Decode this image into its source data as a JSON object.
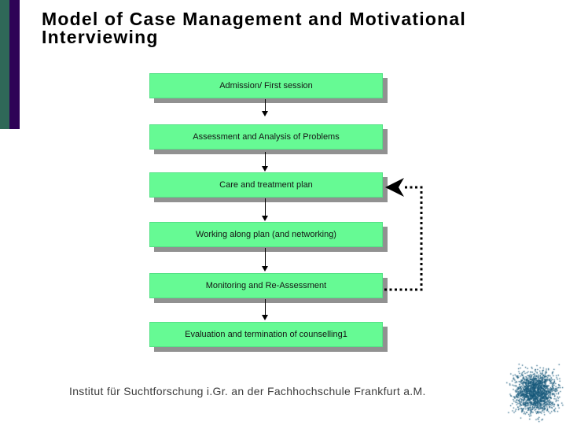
{
  "slide": {
    "title": "Model of Case Management and Motivational Interviewing",
    "footer": "Institut für Suchtforschung i.Gr. an der Fachhochschule Frankfurt a.M."
  },
  "flowchart": {
    "boxes": [
      {
        "label": "Admission/ First session"
      },
      {
        "label": "Assessment and Analysis of  Problems"
      },
      {
        "label": "Care and treatment plan"
      },
      {
        "label": "Working along plan (and networking)"
      },
      {
        "label": "Monitoring and Re-Assessment"
      },
      {
        "label": "Evaluation and termination of counselling1"
      }
    ],
    "connectors": {
      "sequential_down_arrows": 5,
      "feedback_loop": {
        "from": "Monitoring and Re-Assessment",
        "to": "Care and treatment plan",
        "style": "dotted"
      }
    },
    "colors": {
      "box_fill": "#66FA94",
      "box_shadow": "#919191",
      "arrow": "#000000"
    }
  },
  "decor": {
    "left_bars": {
      "green": "#2F6858",
      "purple": "#2E0356"
    },
    "logo": {
      "name": "dot-cloud-logo",
      "color": "#16587A",
      "dot_count": 1600
    }
  }
}
